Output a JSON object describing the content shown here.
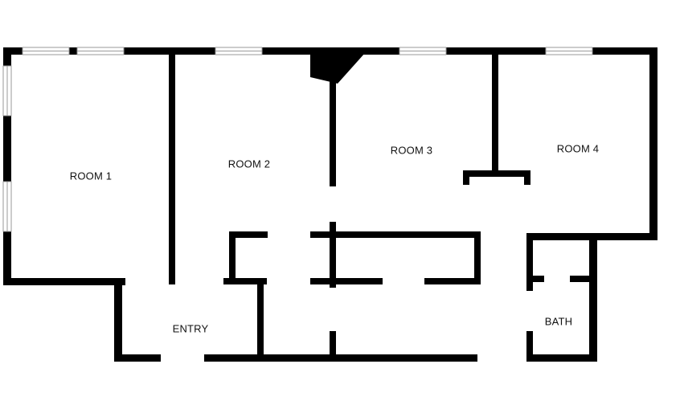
{
  "floorplan": {
    "rooms": [
      {
        "id": "room-1",
        "label": "ROOM 1"
      },
      {
        "id": "room-2",
        "label": "ROOM 2"
      },
      {
        "id": "room-3",
        "label": "ROOM 3"
      },
      {
        "id": "room-4",
        "label": "ROOM 4"
      },
      {
        "id": "entry",
        "label": "ENTRY"
      },
      {
        "id": "bath",
        "label": "BATH"
      }
    ],
    "colors": {
      "wall": "#000000",
      "window": "#9a9a9a",
      "background": "#ffffff"
    }
  }
}
